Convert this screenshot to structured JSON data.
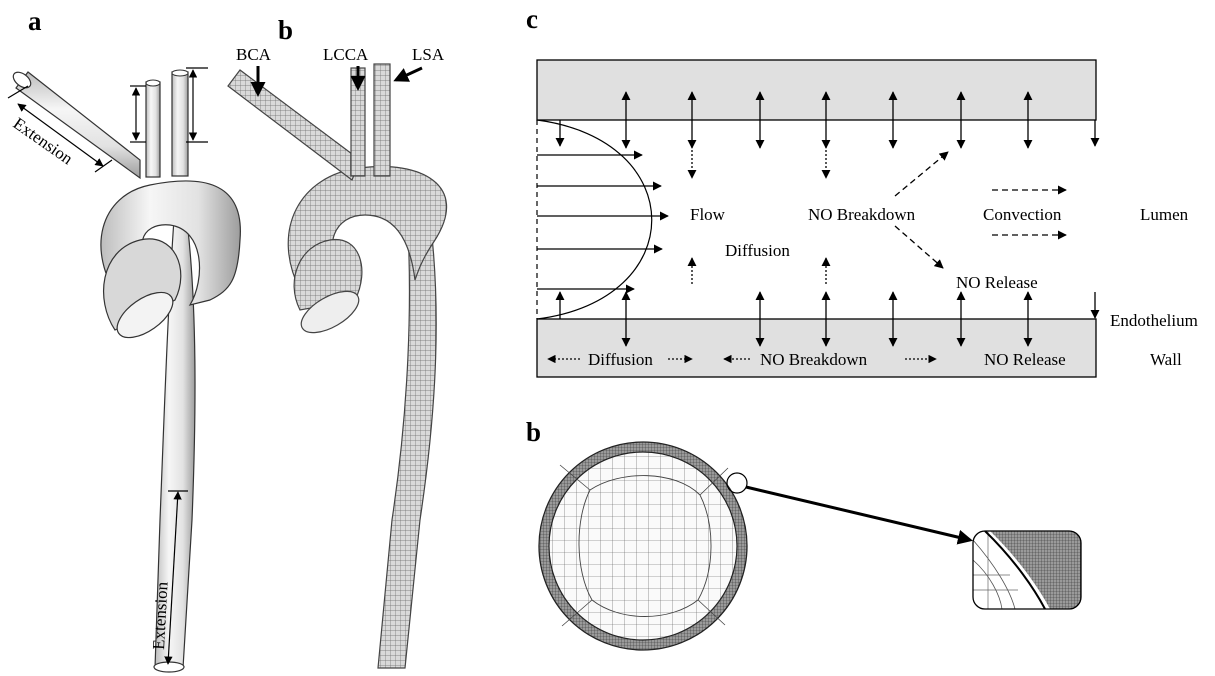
{
  "panels": {
    "a": {
      "letter": "a",
      "extension_top": "Extension",
      "extension_bottom": "Extension"
    },
    "b_mesh": {
      "letter": "b",
      "bca": "BCA",
      "lcca": "LCCA",
      "lsa": "LSA"
    },
    "c": {
      "letter": "c",
      "flow": "Flow",
      "diffusion": "Diffusion",
      "no_breakdown": "NO Breakdown",
      "convection": "Convection",
      "no_release": "NO Release",
      "lumen": "Lumen",
      "endothelium": "Endothelium",
      "wall": "Wall",
      "wall_diffusion": "Diffusion",
      "wall_no_breakdown": "NO Breakdown",
      "wall_no_release": "NO Release"
    },
    "b_cross": {
      "letter": "b"
    }
  }
}
